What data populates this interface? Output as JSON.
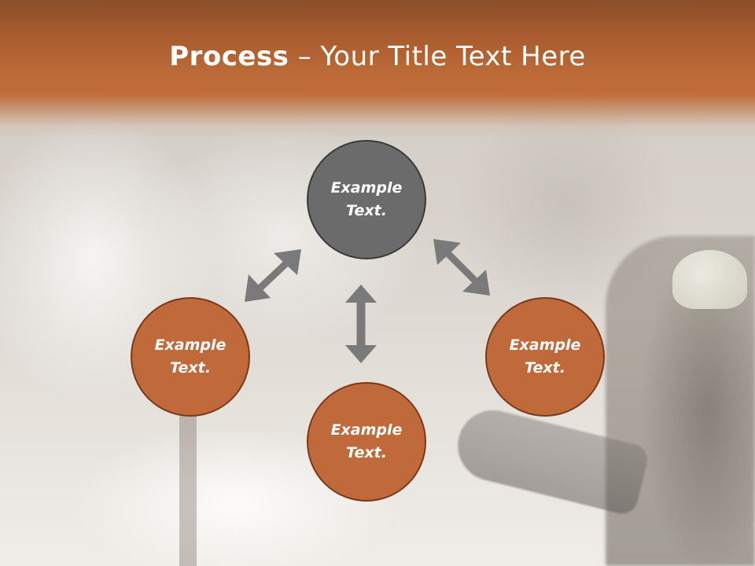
{
  "slide": {
    "title_bold": "Process",
    "title_rest": " – Your Title Text Here"
  },
  "colors": {
    "title_band": "#b8683a",
    "circle_orange": "#c0693b",
    "circle_orange_border": "#7a3a1a",
    "circle_gray": "#6b6b6b",
    "arrow": "#7a7a7a",
    "text": "#ffffff"
  },
  "cycle": {
    "center": {
      "label": "Example\nText."
    },
    "left": {
      "label": "Example\nText."
    },
    "right": {
      "label": "Example\nText."
    },
    "bottom": {
      "label": "Example\nText."
    }
  },
  "icons": [
    "double-arrow-diagonal-icon",
    "double-arrow-vertical-icon"
  ]
}
